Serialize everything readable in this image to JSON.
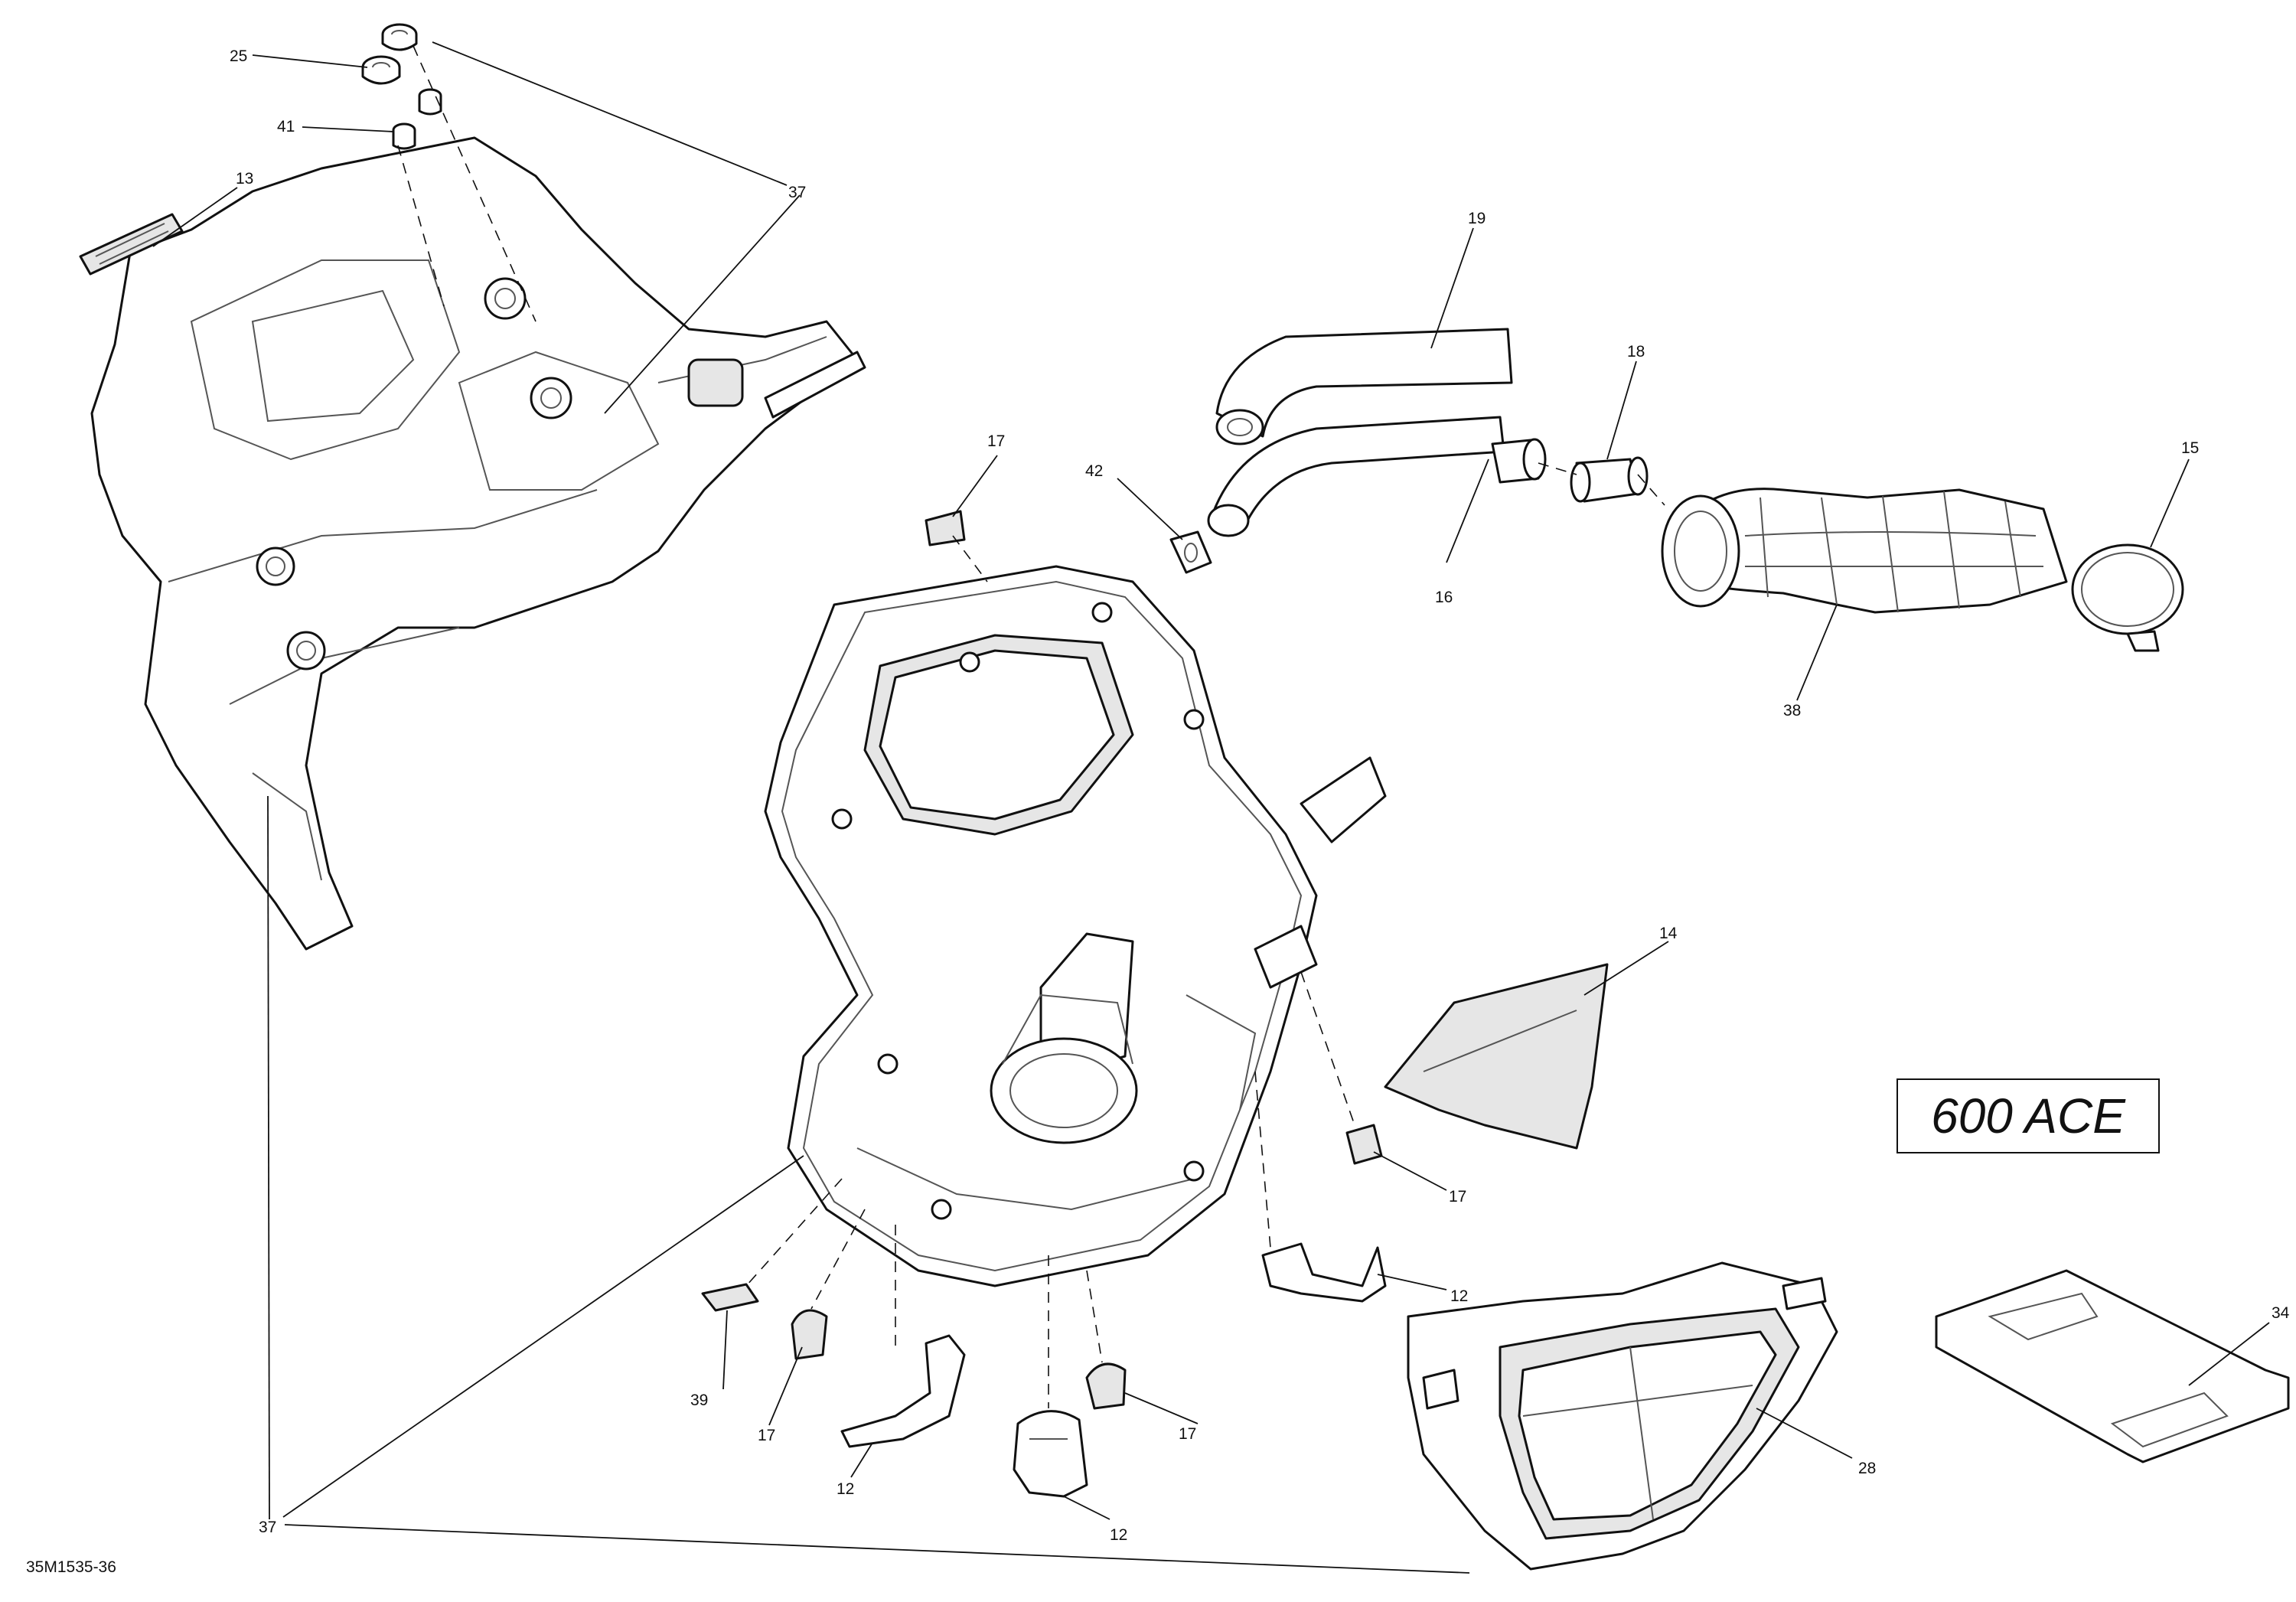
{
  "model_label": "600 ACE",
  "drawing_code": "35M1535-36",
  "callouts": {
    "c25": "25",
    "c41": "41",
    "c13": "13",
    "c37_top": "37",
    "c19": "19",
    "c18": "18",
    "c15": "15",
    "c17_a": "17",
    "c42": "42",
    "c16": "16",
    "c38": "38",
    "c14": "14",
    "c17_b": "17",
    "c12_a": "12",
    "c34": "34",
    "c39": "39",
    "c17_c": "17",
    "c12_b": "12",
    "c17_d": "17",
    "c12_c": "12",
    "c28": "28",
    "c37_bottom": "37"
  }
}
